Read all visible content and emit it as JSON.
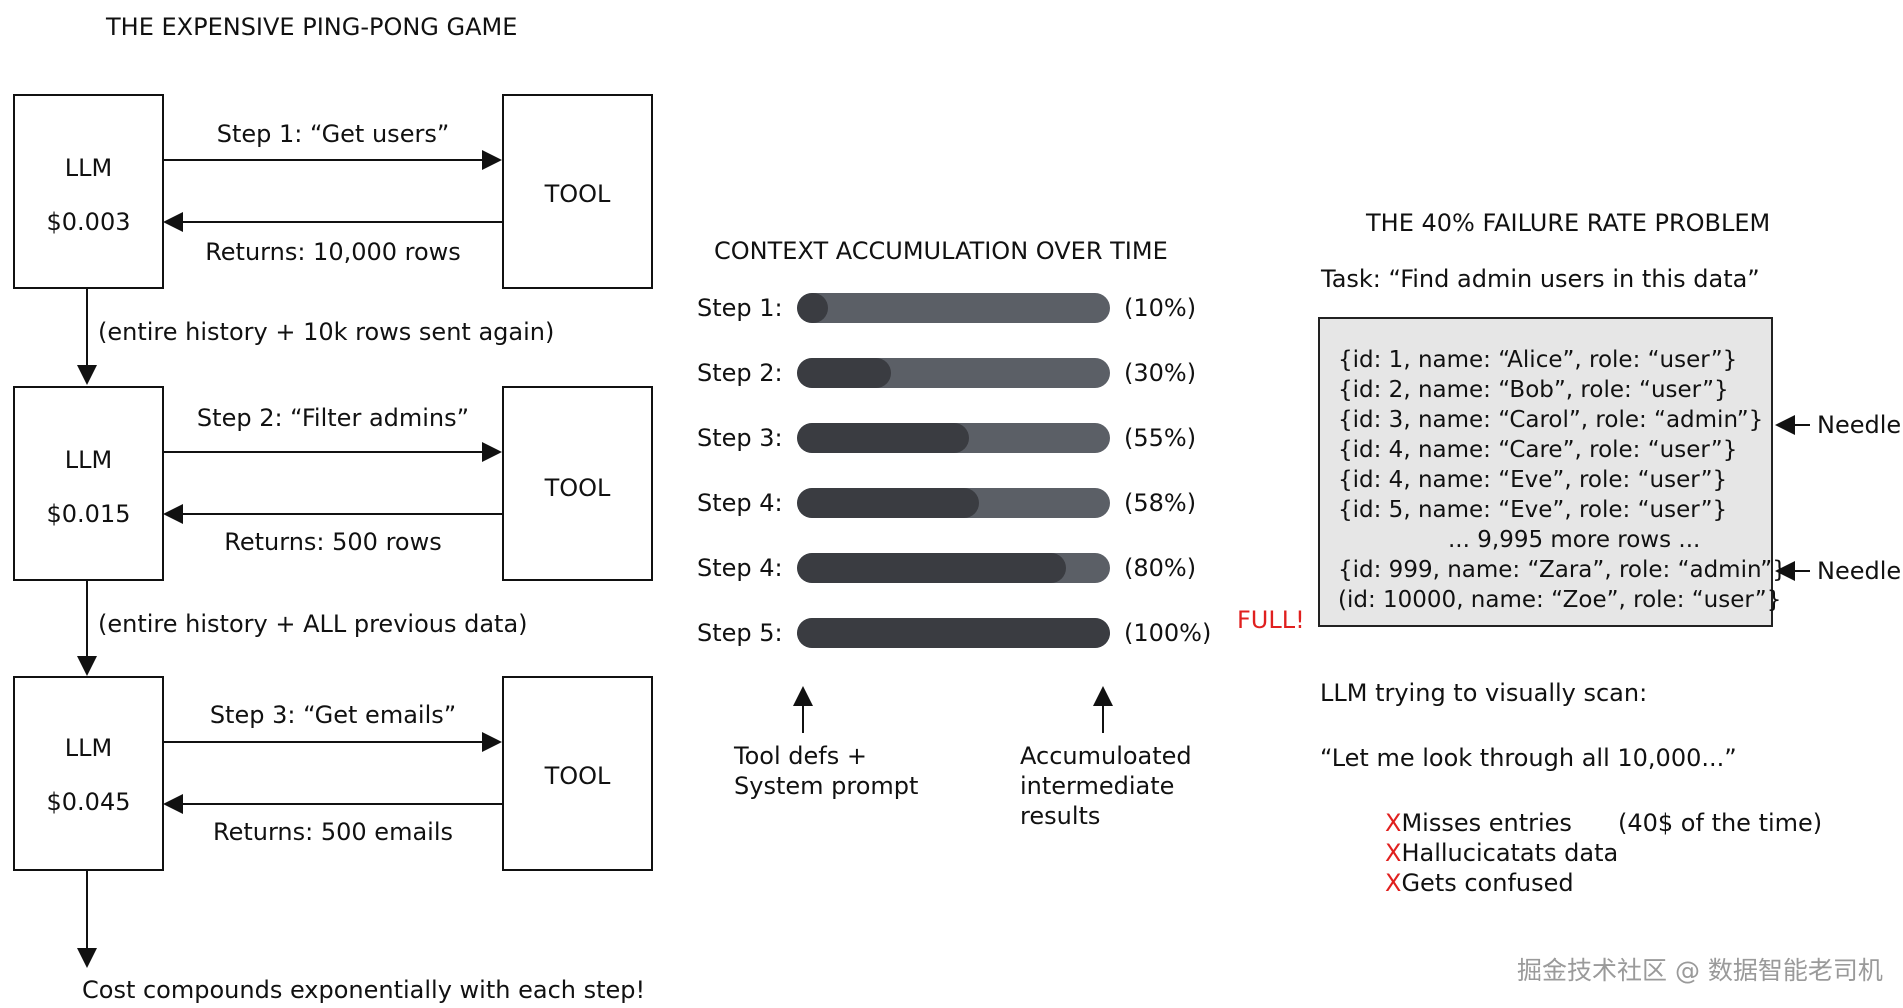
{
  "colors": {
    "bar_track": "#5b5f66",
    "bar_fill": "#3a3c41",
    "alert_red": "#e0201f",
    "data_box_bg": "#e6e6e6"
  },
  "left_panel": {
    "title": "THE EXPENSIVE PING-PONG GAME",
    "steps": [
      {
        "llm_label": "LLM",
        "cost": "$0.003",
        "request": "Step 1: “Get users”",
        "response": "Returns: 10,000 rows",
        "tool_label": "TOOL"
      },
      {
        "llm_label": "LLM",
        "cost": "$0.015",
        "request": "Step 2: “Filter admins”",
        "response": "Returns: 500 rows",
        "tool_label": "TOOL"
      },
      {
        "llm_label": "LLM",
        "cost": "$0.045",
        "request": "Step 3: “Get emails”",
        "response": "Returns: 500 emails",
        "tool_label": "TOOL"
      }
    ],
    "transitions": [
      "(entire history + 10k rows sent again)",
      "(entire history + ALL previous data)"
    ],
    "footer": "Cost compounds exponentially with each step!"
  },
  "middle_panel": {
    "title": "CONTEXT ACCUMULATION OVER TIME",
    "bars": [
      {
        "label": "Step 1:",
        "percent_text": "(10%)",
        "fill": 0.1
      },
      {
        "label": "Step 2:",
        "percent_text": "(30%)",
        "fill": 0.3
      },
      {
        "label": "Step 3:",
        "percent_text": "(55%)",
        "fill": 0.55
      },
      {
        "label": "Step 4:",
        "percent_text": "(58%)",
        "fill": 0.58
      },
      {
        "label": "Step 4:",
        "percent_text": "(80%)",
        "fill": 0.86
      },
      {
        "label": "Step 5:",
        "percent_text": "(100%)",
        "fill": 1.0
      }
    ],
    "full_label": "FULL!",
    "annotation_left": [
      "Tool defs +",
      "System prompt"
    ],
    "annotation_right": [
      "Accumuloated",
      "intermediate",
      "results"
    ]
  },
  "right_panel": {
    "title": "THE 40% FAILURE RATE PROBLEM",
    "task": "Task: “Find admin users in this data”",
    "rows": [
      "{id: 1, name: “Alice”, role: “user”}",
      "{id: 2, name: “Bob”, role: “user”}",
      "{id: 3, name: “Carol”, role: “admin”}",
      "{id: 4, name: “Care”, role: “user”}",
      "{id: 4, name: “Eve”, role: “user”}",
      "{id: 5, name: “Eve”, role: “user”}",
      "... 9,995 more rows ...",
      "{id: 999, name: “Zara”, role: “admin”}",
      "(id: 10000, name: “Zoe”, role: “user”}"
    ],
    "needle_label": "Needle",
    "scan_caption": "LLM trying to visually scan:",
    "scan_quote": "“Let me look through all 10,000...”",
    "x_mark": "X",
    "failures": [
      "Misses entries",
      "Hallucicatats data",
      "Gets confused"
    ],
    "failure_note": "(40$ of the time)"
  },
  "watermark": "掘金技术社区 @ 数据智能老司机"
}
